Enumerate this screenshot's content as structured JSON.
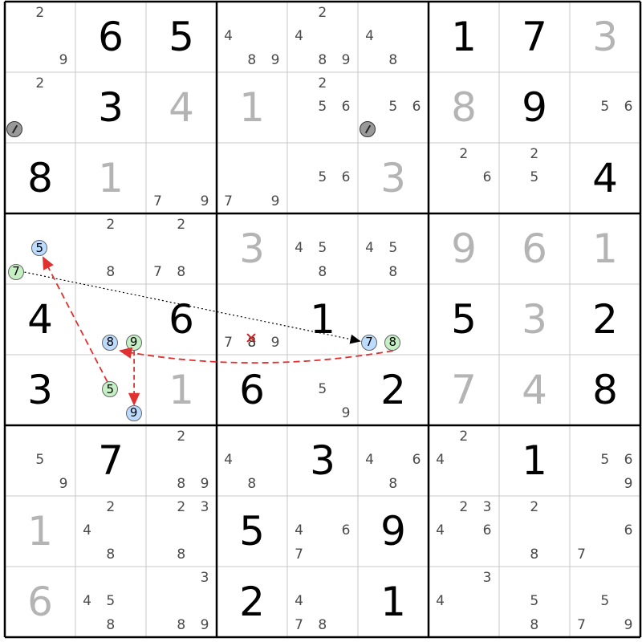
{
  "grid": [
    [
      {
        "c": [
          2,
          9
        ]
      },
      {
        "v": 6,
        "t": "given"
      },
      {
        "v": 5,
        "t": "given"
      },
      {
        "c": [
          4,
          8,
          9
        ]
      },
      {
        "c": [
          2,
          4,
          8,
          9
        ]
      },
      {
        "c": [
          4,
          8
        ]
      },
      {
        "v": 1,
        "t": "given"
      },
      {
        "v": 7,
        "t": "given"
      },
      {
        "v": 3,
        "t": "solved"
      }
    ],
    [
      {
        "c": [
          2
        ],
        "mark": true
      },
      {
        "v": 3,
        "t": "given"
      },
      {
        "v": 4,
        "t": "solved"
      },
      {
        "v": 1,
        "t": "solved"
      },
      {
        "c": [
          2,
          5,
          6
        ]
      },
      {
        "c": [
          5,
          6
        ],
        "mark": true
      },
      {
        "v": 8,
        "t": "solved"
      },
      {
        "v": 9,
        "t": "given"
      },
      {
        "c": [
          5,
          6
        ]
      }
    ],
    [
      {
        "v": 8,
        "t": "given"
      },
      {
        "v": 1,
        "t": "solved"
      },
      {
        "c": [
          7,
          9
        ]
      },
      {
        "c": [
          7,
          9
        ]
      },
      {
        "c": [
          5,
          6
        ]
      },
      {
        "v": 3,
        "t": "solved"
      },
      {
        "c": [
          2,
          6
        ]
      },
      {
        "c": [
          2,
          5
        ]
      },
      {
        "v": 4,
        "t": "given"
      }
    ],
    [
      {
        "c": [
          5,
          7
        ],
        "hl": {
          "5": "blue",
          "7": "green"
        }
      },
      {
        "c": [
          2,
          8
        ]
      },
      {
        "c": [
          2,
          7,
          8
        ]
      },
      {
        "v": 3,
        "t": "solved"
      },
      {
        "c": [
          4,
          5,
          8
        ]
      },
      {
        "c": [
          4,
          5,
          8
        ]
      },
      {
        "v": 9,
        "t": "solved"
      },
      {
        "v": 6,
        "t": "solved"
      },
      {
        "v": 1,
        "t": "solved"
      }
    ],
    [
      {
        "v": 4,
        "t": "given"
      },
      {
        "c": [
          8,
          9
        ],
        "hl": {
          "8": "blue",
          "9": "green"
        }
      },
      {
        "v": 6,
        "t": "given"
      },
      {
        "c": [
          7,
          8,
          9
        ],
        "x": [
          8
        ]
      },
      {
        "v": 1,
        "t": "given"
      },
      {
        "c": [
          7,
          8
        ],
        "hl": {
          "7": "blue",
          "8": "green"
        }
      },
      {
        "v": 5,
        "t": "given"
      },
      {
        "v": 3,
        "t": "solved"
      },
      {
        "v": 2,
        "t": "given"
      }
    ],
    [
      {
        "v": 3,
        "t": "given"
      },
      {
        "c": [
          5,
          9
        ],
        "hl": {
          "5": "green",
          "9": "blue"
        }
      },
      {
        "v": 1,
        "t": "solved"
      },
      {
        "v": 6,
        "t": "given"
      },
      {
        "c": [
          5,
          9
        ]
      },
      {
        "v": 2,
        "t": "given"
      },
      {
        "v": 7,
        "t": "solved"
      },
      {
        "v": 4,
        "t": "solved"
      },
      {
        "v": 8,
        "t": "given"
      }
    ],
    [
      {
        "c": [
          5,
          9
        ]
      },
      {
        "v": 7,
        "t": "given"
      },
      {
        "c": [
          2,
          8,
          9
        ]
      },
      {
        "c": [
          4,
          8
        ]
      },
      {
        "v": 3,
        "t": "given"
      },
      {
        "c": [
          4,
          6,
          8
        ]
      },
      {
        "c": [
          2,
          4
        ]
      },
      {
        "v": 1,
        "t": "given"
      },
      {
        "c": [
          5,
          6,
          9
        ]
      }
    ],
    [
      {
        "v": 1,
        "t": "solved"
      },
      {
        "c": [
          2,
          4,
          8
        ]
      },
      {
        "c": [
          2,
          3,
          8
        ]
      },
      {
        "v": 5,
        "t": "given"
      },
      {
        "c": [
          4,
          6,
          7
        ]
      },
      {
        "v": 9,
        "t": "given"
      },
      {
        "c": [
          2,
          3,
          4,
          6
        ]
      },
      {
        "c": [
          2,
          8
        ]
      },
      {
        "c": [
          6,
          7
        ]
      }
    ],
    [
      {
        "v": 6,
        "t": "solved"
      },
      {
        "c": [
          4,
          5,
          8
        ]
      },
      {
        "c": [
          3,
          8,
          9
        ]
      },
      {
        "v": 2,
        "t": "given"
      },
      {
        "c": [
          4,
          7,
          8
        ]
      },
      {
        "v": 1,
        "t": "given"
      },
      {
        "c": [
          3,
          4
        ]
      },
      {
        "c": [
          5,
          8
        ]
      },
      {
        "c": [
          5,
          7,
          9
        ]
      }
    ]
  ],
  "colors": {
    "given": "#000000",
    "solved": "#b4b4b4",
    "candidate": "#4a4a4a",
    "link_strong": "#e03030",
    "link_weak": "#000000",
    "blue": "#bcdcff",
    "green": "#c4f0c4"
  }
}
